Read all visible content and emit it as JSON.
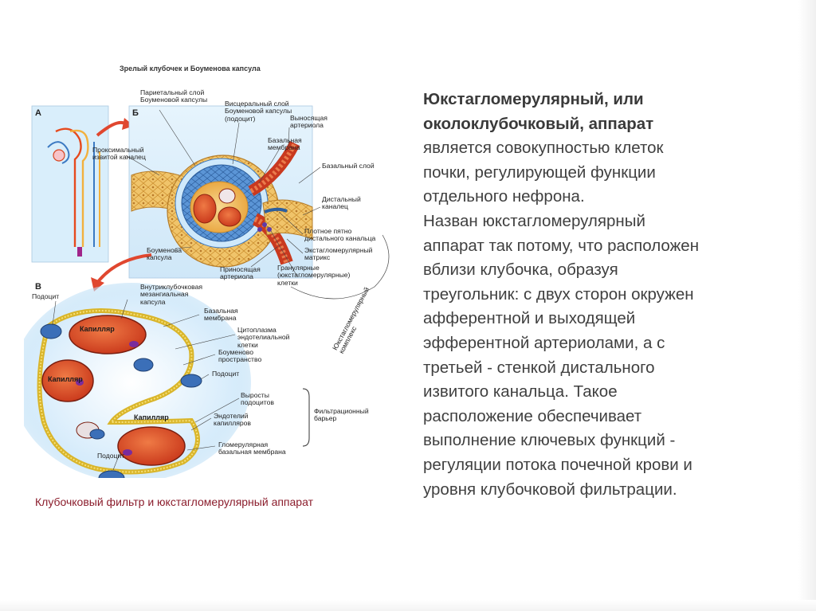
{
  "slide": {
    "title_lines": [
      "Юкстагломерулярный, или",
      "околоклубочковый, аппарат"
    ],
    "paragraph1_lines": [
      "является совокупностью клеток",
      "почки, регулирующей функции",
      "отдельного нефрона."
    ],
    "paragraph2_lines": [
      "Назван юкстагломерулярный",
      "аппарат так потому, что расположен",
      "вблизи клубочка, образуя",
      "треугольник: с двух сторон окружен",
      "афферентной и выходящей",
      "эфферентной артериолами, а с",
      "третьей - стенкой дистального",
      "извитого канальца. Такое",
      "расположение обеспечивает",
      "выполнение ключевых функций -",
      "регуляции потока почечной крови и",
      "уровня клубочковой фильтрации."
    ],
    "caption": "Клубочковый фильтр и юкстагломерулярный аппарат"
  },
  "figure": {
    "title": "Зрелый клубочек и Боуменова капсула",
    "panel_letters": {
      "a": "А",
      "b": "Б",
      "v": "В"
    },
    "labels": {
      "parietal": "Париетальный слой\nБоуменовой капсулы",
      "visceral": "Висцеральный слой\nБоуменовой капсулы\n(подоцит)",
      "efferent": "Выносящая\nартериола",
      "basal_membrane": "Базальная\nмембрана",
      "basal_layer": "Базальный слой",
      "proximal": "Проксимальный\nизвитой каналец",
      "distal": "Дистальный\nканалец",
      "macula": "Плотное пятно\nдистального канальца",
      "extraglomerular": "Экстагломерулярный\nматрикс",
      "granular": "Гранулярные\n(юкстагломерулярные)\nклетки",
      "bowman_capsule": "Боуменова\nкапсула",
      "afferent": "Приносящая\nартериола",
      "jga_complex": "Юкстагломерулярный\nкомплекс",
      "podocyte_top": "Подоцит",
      "mesangial": "Внутриклубочковая\nмезангиальная\nкапсула",
      "basal_membrane2": "Базальная\nмембрана",
      "cytoplasm": "Цитоплазма\nэндотелиальной\nклетки",
      "bowman_space": "Боуменово\nпространство",
      "podocyte_mid": "Подоцит",
      "podocyte_processes": "Выросты\nподоцитов",
      "endothelium": "Эндотелий\nкапилляров",
      "gbm": "Гломерулярная\nбазальная мембрана",
      "filtration_barrier": "Фильтрационный\nбарьер",
      "podocyte_bottom": "Подоцит"
    },
    "capillary_label": "Капилляр",
    "colors": {
      "capillary": "#d8441f",
      "epithelium": "#3b79c2",
      "tubule": "#f3b64a",
      "arteriole": "#c9391f",
      "panel_bg": "#d9eefb",
      "arrow": "#e0472f",
      "caption": "#8b1d2c"
    }
  }
}
